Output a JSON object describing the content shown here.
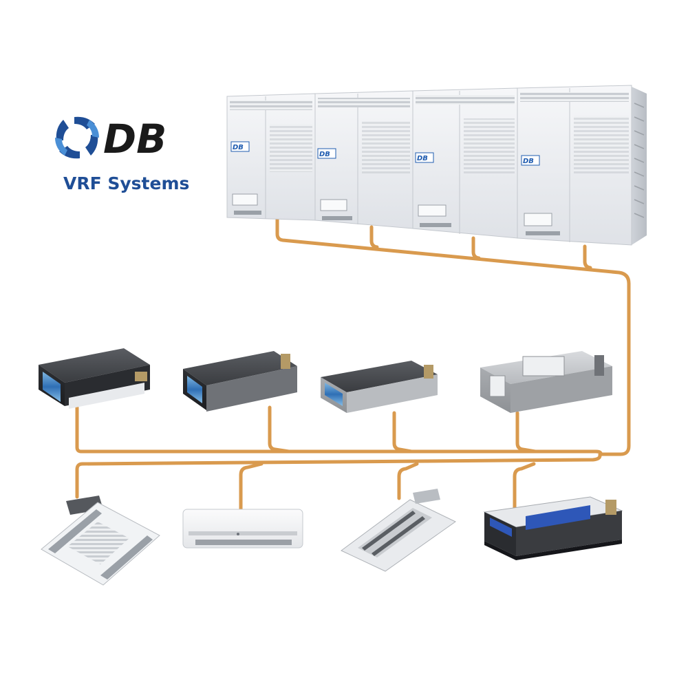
{
  "brand": {
    "logo_text": "DB",
    "subtitle": "VRF Systems",
    "logo_color": "#1f4e96"
  },
  "outdoor_units": {
    "count": 4,
    "badge_text": "DB",
    "body_color": "#eef0f3",
    "accent_color": "#1f5cb0"
  },
  "piping": {
    "color": "#d99a4e"
  },
  "indoor_units": {
    "row1": [
      {
        "name": "ducted-unit-1",
        "type": "ducted"
      },
      {
        "name": "ducted-unit-2",
        "type": "ducted"
      },
      {
        "name": "ducted-unit-3",
        "type": "ducted"
      },
      {
        "name": "ducted-unit-4",
        "type": "ducted-high-static"
      }
    ],
    "row2": [
      {
        "name": "cassette-4way-unit",
        "type": "cassette-4-way"
      },
      {
        "name": "wall-mounted-unit",
        "type": "wall-mounted"
      },
      {
        "name": "cassette-1way-unit",
        "type": "cassette-1-way"
      },
      {
        "name": "ducted-unit-5",
        "type": "ducted-slim"
      }
    ]
  }
}
